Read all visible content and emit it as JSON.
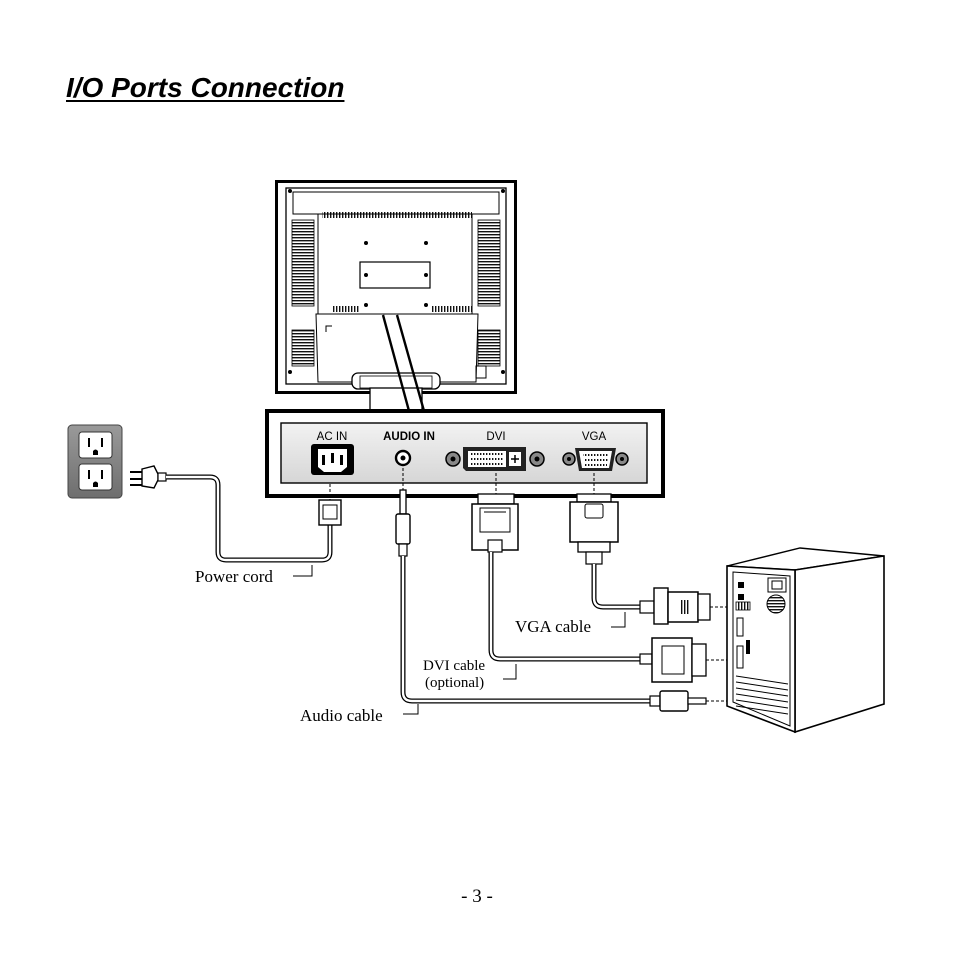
{
  "page": {
    "title": "I/O Ports Connection",
    "page_number": "- 3 -"
  },
  "ports": {
    "ac_in": "AC IN",
    "audio_in": "AUDIO IN",
    "dvi": "DVI",
    "vga": "VGA"
  },
  "cables": {
    "power_cord": "Power cord",
    "vga_cable": "VGA cable",
    "dvi_cable_line1": "DVI cable",
    "dvi_cable_line2": "(optional)",
    "audio_cable": "Audio cable"
  }
}
